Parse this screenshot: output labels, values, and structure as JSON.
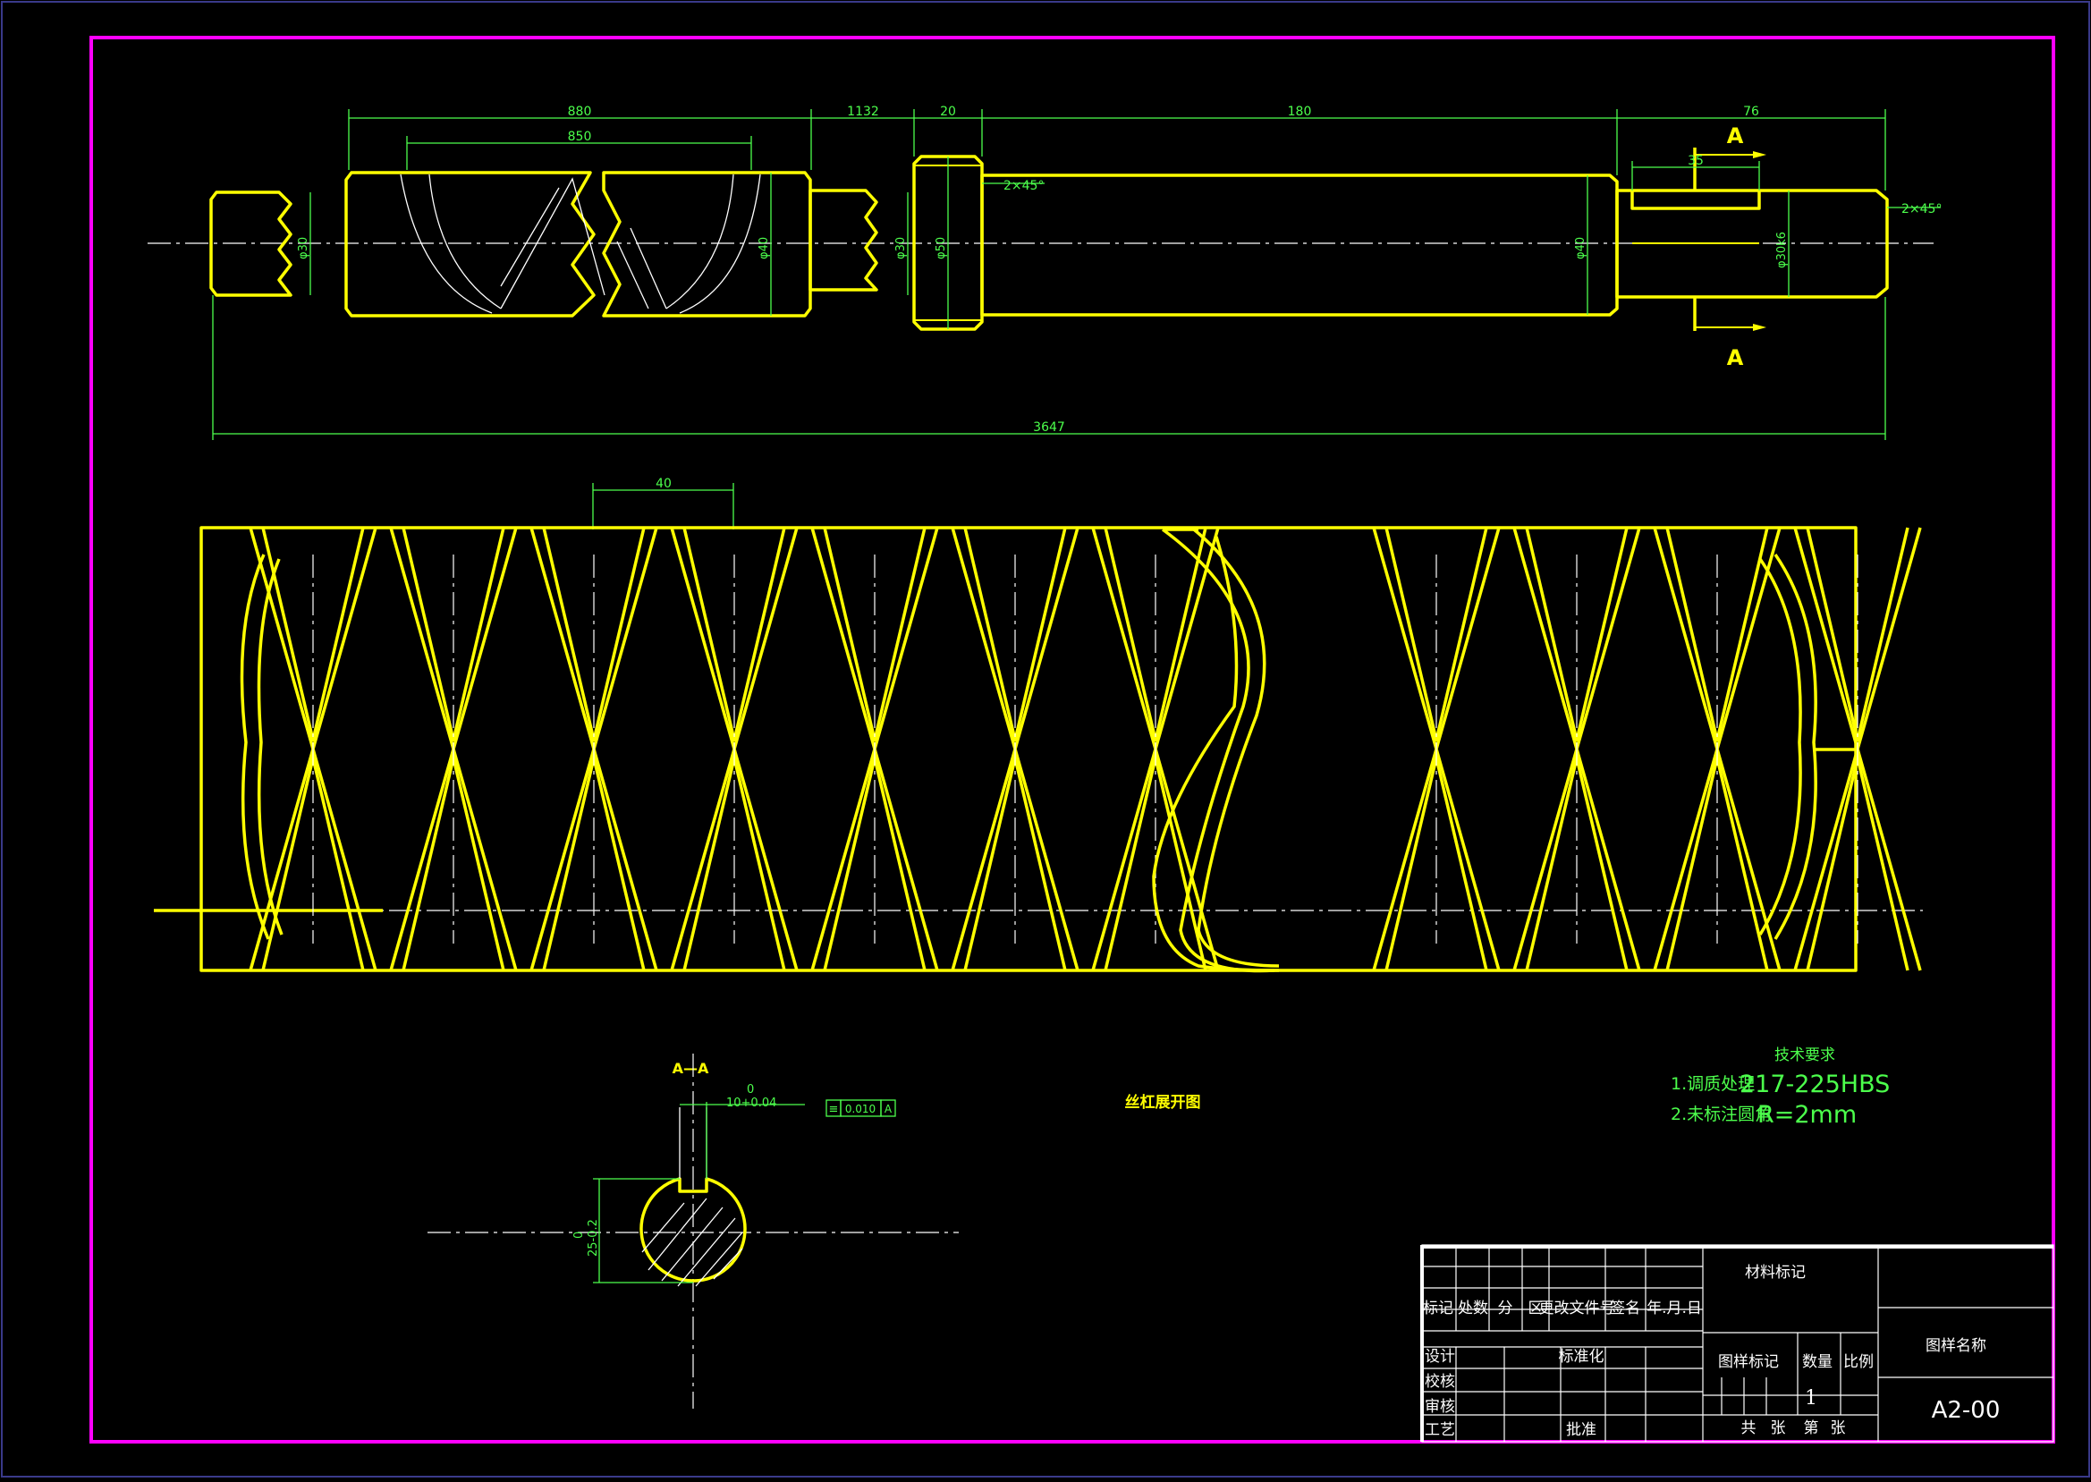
{
  "colors": {
    "border": "#ff00ff",
    "outline": "#ffff00",
    "dimension": "#4cff4c",
    "centerline": "#ffffff",
    "background": "#000000"
  },
  "dimensions": {
    "d880": "880",
    "d850": "850",
    "d1132": "1132",
    "d20": "20",
    "d180": "180",
    "d76": "76",
    "d35": "35",
    "total": "3647",
    "chamfer1": "2×45°",
    "chamfer2": "2×45°",
    "dia30": "φ30",
    "dia40a": "φ40",
    "dia30b": "φ30",
    "dia50": "φ50",
    "dia40b": "φ40",
    "dia30k6": "φ30k6",
    "pitch40": "40",
    "key_tol_top": "0",
    "key_width": "10+0.04",
    "sym_tol": "0.010",
    "sym_datum": "A",
    "depth_top": "0",
    "depth_val": "25-0.2"
  },
  "labels": {
    "section_a_top": "A",
    "section_a_bottom": "A",
    "section_title": "A—A",
    "unfold_view": "丝杠展开图"
  },
  "tech_req": {
    "title": "技术要求",
    "line1_cn": "1.调质处理",
    "line1_val": "217-225HBS",
    "line2_cn": "2.未标注圆角",
    "line2_val": "R=2mm"
  },
  "title_block": {
    "material": "材料标记",
    "drawing_name": "图样名称",
    "drawing_no": "A2-00",
    "mark": "标记",
    "count": "处数",
    "zone_a": "分",
    "zone_b": "区",
    "change_doc": "更改文件号",
    "sign": "签名",
    "date": "年.月.日",
    "design": "设计",
    "standard": "标准化",
    "check": "校核",
    "review": "审核",
    "process": "工艺",
    "approve": "批准",
    "stage_mark": "图样标记",
    "qty": "数量",
    "scale": "比例",
    "qty_val": "1",
    "total_sheets": "共",
    "sheets": "张",
    "sheet_no": "第",
    "sheet_unit": "张"
  }
}
